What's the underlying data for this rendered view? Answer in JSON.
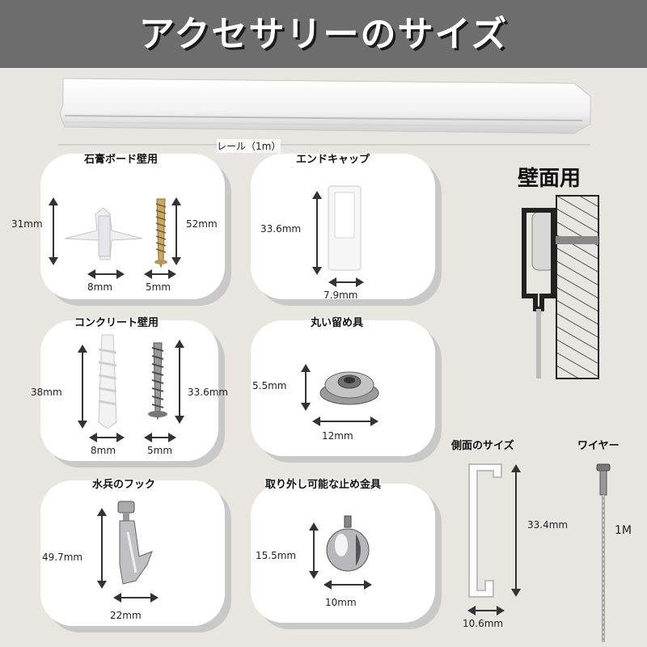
{
  "header": {
    "title": "アクセサリーのサイズ",
    "bg_color": "#6d6d6d"
  },
  "rail": {
    "label": "レール（1m）"
  },
  "wall_mount": {
    "title": "壁面用"
  },
  "cards": {
    "gypsum": {
      "title": "石膏ボード壁用",
      "height_anchor": "31mm",
      "height_screw": "52mm",
      "width_anchor": "8mm",
      "width_screw": "5mm"
    },
    "endcap": {
      "title": "エンドキャップ",
      "height": "33.6mm",
      "width": "7.9mm"
    },
    "concrete": {
      "title": "コンクリート壁用",
      "height_anchor": "38mm",
      "height_screw": "33.6mm",
      "width_anchor": "8mm",
      "width_screw": "5mm"
    },
    "round": {
      "title": "丸い留め具",
      "height": "5.5mm",
      "width": "12mm"
    },
    "hook": {
      "title": "水兵のフック",
      "height": "49.7mm",
      "width": "22mm"
    },
    "removable": {
      "title": "取り外し可能な止め金具",
      "height": "15.5mm",
      "width": "10mm"
    }
  },
  "side_profile": {
    "title": "側面のサイズ",
    "height": "33.4mm",
    "width": "10.6mm"
  },
  "wire": {
    "title": "ワイヤー",
    "length": "1M"
  }
}
